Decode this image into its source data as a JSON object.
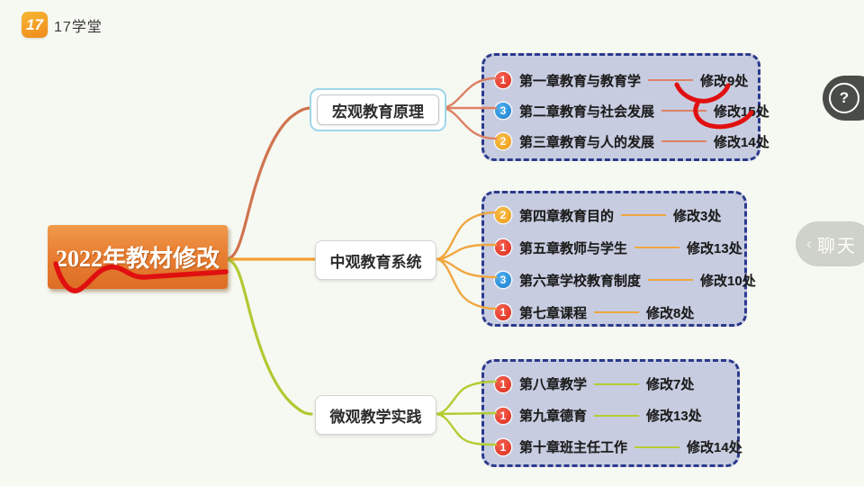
{
  "header": {
    "logo_text": "17",
    "brand": "17学堂"
  },
  "root": {
    "label": "2022年教材修改"
  },
  "colors": {
    "background": "#f6f9f2",
    "group_fill": "#c7cce0",
    "group_border": "#2b3a8c",
    "badge_red": "#e02c1c",
    "badge_blue": "#1a7ecb",
    "badge_orange": "#ee9c12",
    "branch_line_top": "#cf7450",
    "branch_line_mid": "#f0a030",
    "branch_line_bottom": "#b3c832",
    "root_fill": "#e87f33",
    "annotation_red": "#e01010",
    "highlight_border": "#9fd6ea"
  },
  "branches": [
    {
      "label": "宏观教育原理",
      "highlighted": true,
      "items": [
        {
          "badge": "1",
          "badge_color": "red",
          "title": "第一章教育与教育学",
          "count": "修改9处",
          "annotated": true
        },
        {
          "badge": "3",
          "badge_color": "blue",
          "title": "第二章教育与社会发展",
          "count": "修改15处",
          "annotated": true
        },
        {
          "badge": "2",
          "badge_color": "orange",
          "title": "第三章教育与人的发展",
          "count": "修改14处",
          "annotated": false
        }
      ]
    },
    {
      "label": "中观教育系统",
      "highlighted": false,
      "items": [
        {
          "badge": "2",
          "badge_color": "orange",
          "title": "第四章教育目的",
          "count": "修改3处",
          "annotated": false
        },
        {
          "badge": "1",
          "badge_color": "red",
          "title": "第五章教师与学生",
          "count": "修改13处",
          "annotated": false
        },
        {
          "badge": "3",
          "badge_color": "blue",
          "title": "第六章学校教育制度",
          "count": "修改10处",
          "annotated": false
        },
        {
          "badge": "1",
          "badge_color": "red",
          "title": "第七章课程",
          "count": "修改8处",
          "annotated": false
        }
      ]
    },
    {
      "label": "微观教学实践",
      "highlighted": false,
      "items": [
        {
          "badge": "1",
          "badge_color": "red",
          "title": "第八章教学",
          "count": "修改7处",
          "annotated": false
        },
        {
          "badge": "1",
          "badge_color": "red",
          "title": "第九章德育",
          "count": "修改13处",
          "annotated": false
        },
        {
          "badge": "1",
          "badge_color": "red",
          "title": "第十章班主任工作",
          "count": "修改14处",
          "annotated": false
        }
      ]
    }
  ],
  "side_widgets": {
    "help_icon": "?",
    "chat_chevron": "‹",
    "chat_label": "聊天"
  }
}
